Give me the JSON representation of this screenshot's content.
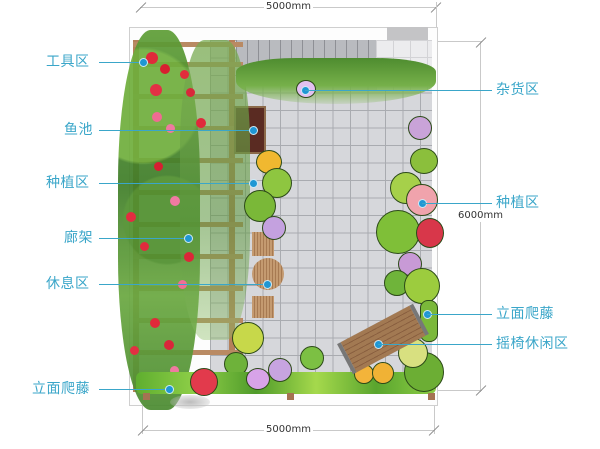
{
  "diagram": {
    "type": "garden-plan",
    "dimensions": {
      "top_width": "5000mm",
      "bottom_width": "5000mm",
      "right_height": "6000mm"
    },
    "labels_left": [
      {
        "text": "工具区",
        "meaning": "Tool area"
      },
      {
        "text": "鱼池",
        "meaning": "Fish pond"
      },
      {
        "text": "种植区",
        "meaning": "Planting area"
      },
      {
        "text": "廊架",
        "meaning": "Pergola"
      },
      {
        "text": "休息区",
        "meaning": "Rest area"
      },
      {
        "text": "立面爬藤",
        "meaning": "Vertical climbing vines"
      }
    ],
    "labels_right": [
      {
        "text": "杂货区",
        "meaning": "Sundries area"
      },
      {
        "text": "种植区",
        "meaning": "Planting area"
      },
      {
        "text": "立面爬藤",
        "meaning": "Vertical climbing vines"
      },
      {
        "text": "摇椅休闲区",
        "meaning": "Rocking chair leisure area"
      }
    ],
    "colors": {
      "label": "#3aa6c9",
      "marker": "#1f97d4",
      "paving": "#d6d7db",
      "timber": "#b5805a",
      "dimension_line": "#c9c9c9"
    }
  }
}
